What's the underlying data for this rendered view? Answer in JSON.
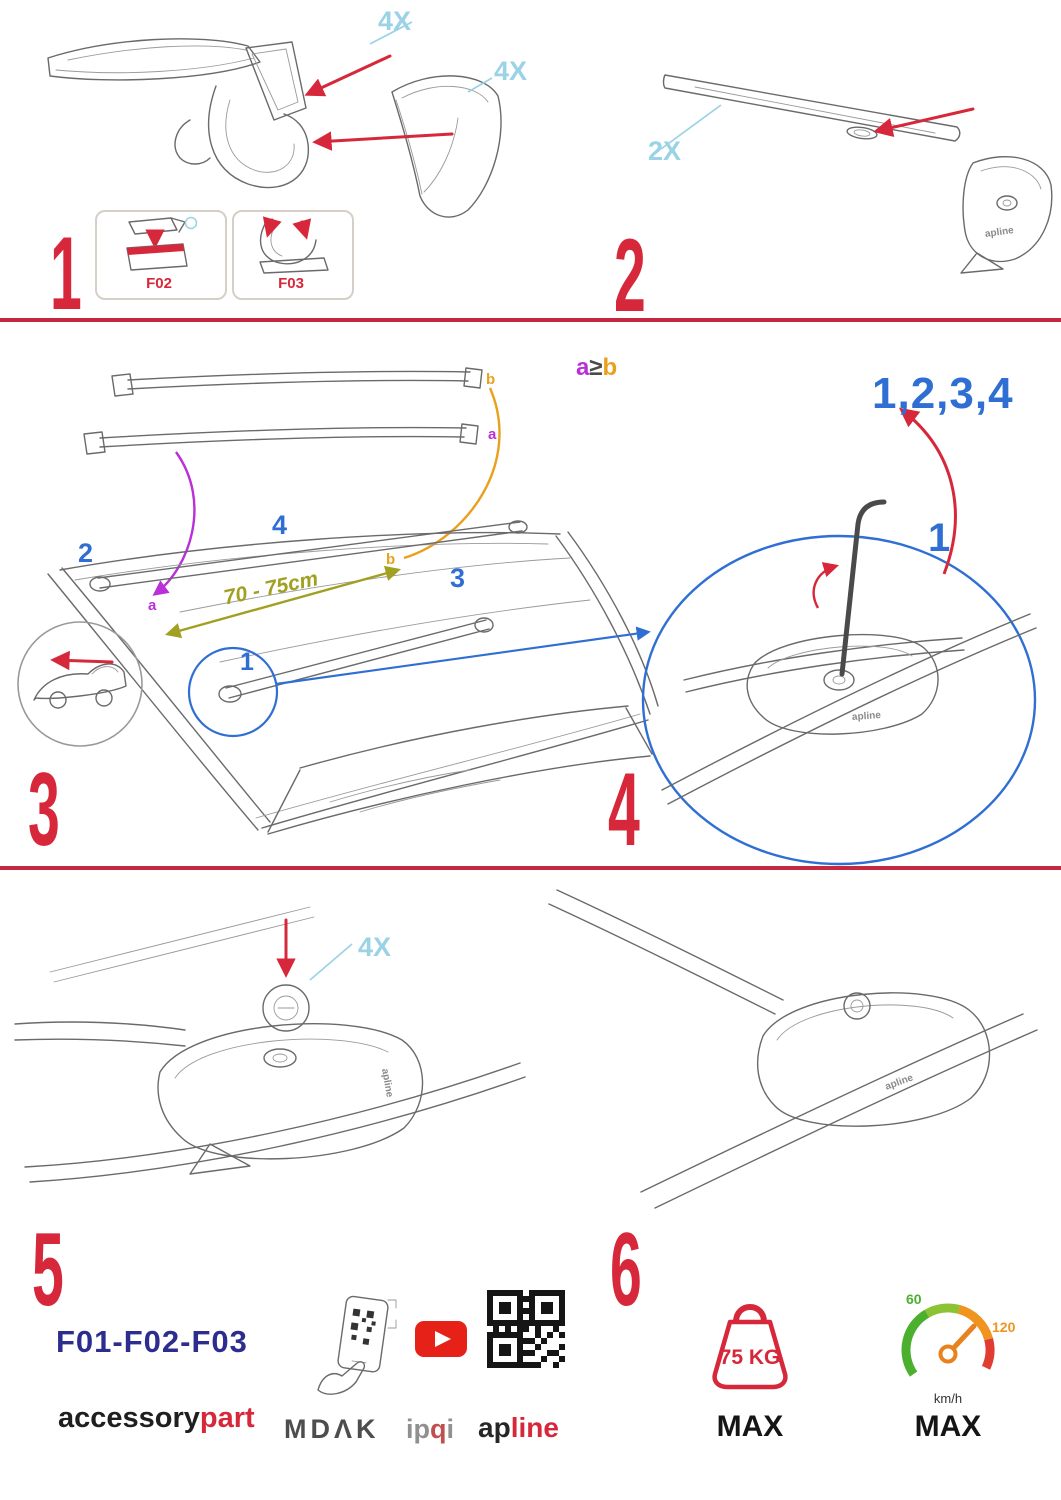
{
  "colors": {
    "red": "#d6283a",
    "cyan": "#9ad2e6",
    "blue": "#2f6fd3",
    "purple": "#b92fd8",
    "orange": "#e9a11d",
    "olive": "#a2a021",
    "navy": "#2d2d8f"
  },
  "steps": {
    "s1": {
      "num": "1",
      "qty_a": "4X",
      "qty_b": "4X",
      "box1_label": "F02",
      "box2_label": "F03"
    },
    "s2": {
      "num": "2",
      "qty": "2X"
    },
    "s3": {
      "num": "3",
      "bar_b": "b",
      "bar_a": "a",
      "cmp_a": "a",
      "cmp_op": "≥",
      "cmp_b": "b",
      "pos2": "2",
      "pos4": "4",
      "pos3": "3",
      "pos1": "1",
      "dist": "70 - 75cm",
      "roof_a": "a",
      "roof_b": "b"
    },
    "s4": {
      "num": "4",
      "seq": "1,2,3,4",
      "first": "1"
    },
    "s5": {
      "num": "5",
      "qty": "4X"
    },
    "s6": {
      "num": "6"
    }
  },
  "brand_small": "apline",
  "footer": {
    "codes": "F01-F02-F03",
    "accessory": "accessory",
    "part": "part",
    "mdak": "MDΛK",
    "ipqi_1": "ip",
    "ipqi_2": "q",
    "ipqi_3": "i",
    "ap": "ap",
    "line": "line",
    "weight": "75 KG",
    "weight_max": "MAX",
    "speed_low": "60",
    "speed_high": "120",
    "speed_unit": "km/h",
    "speed_max": "MAX"
  }
}
